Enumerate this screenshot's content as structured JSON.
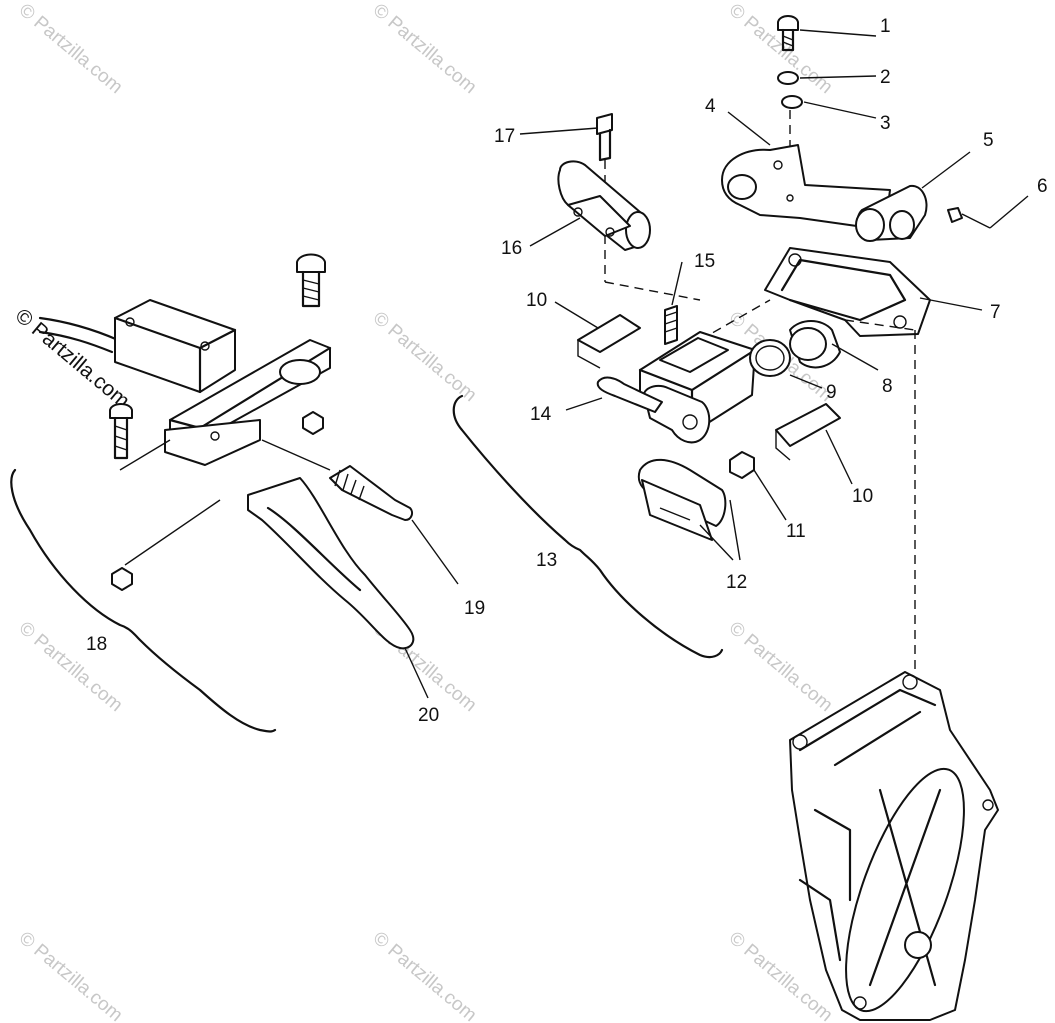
{
  "watermark": "© Partzilla.com",
  "callouts": [
    "1",
    "2",
    "3",
    "4",
    "5",
    "6",
    "7",
    "8",
    "9",
    "10",
    "10",
    "11",
    "12",
    "13",
    "14",
    "15",
    "16",
    "17",
    "18",
    "19",
    "20"
  ]
}
